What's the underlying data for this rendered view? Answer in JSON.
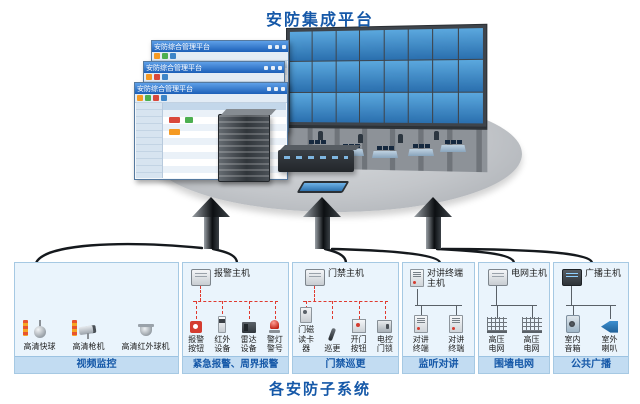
{
  "title": "安防集成平台",
  "footer_title": "各安防子系统",
  "platform": {
    "window_title": "安防综合管理平台",
    "videowall_rows": 3,
    "videowall_cols": 8
  },
  "subsystems": [
    {
      "caption": "视频监控",
      "devices": [
        {
          "label": "高清快球"
        },
        {
          "label": "高清枪机"
        },
        {
          "label": "高清红外球机"
        }
      ]
    },
    {
      "caption": "紧急报警、周界报警",
      "host_label": "报警主机",
      "devices": [
        {
          "label": "报警按钮"
        },
        {
          "label": "红外设备"
        },
        {
          "label": "雷达设备"
        },
        {
          "label": "警灯警号"
        }
      ]
    },
    {
      "caption": "门禁巡更",
      "host_label": "门禁主机",
      "devices": [
        {
          "label": "门磁读卡器"
        },
        {
          "label": "巡更"
        },
        {
          "label": "开门按钮"
        },
        {
          "label": "电控门锁"
        }
      ]
    },
    {
      "caption": "监听对讲",
      "host_label": "对讲终端主机",
      "devices": [
        {
          "label": "对讲终端"
        },
        {
          "label": "对讲终端"
        }
      ]
    },
    {
      "caption": "围墙电网",
      "host_label": "电网主机",
      "devices": [
        {
          "label": "高压电网"
        },
        {
          "label": "高压电网"
        }
      ]
    },
    {
      "caption": "公共广播",
      "host_label": "广播主机",
      "devices": [
        {
          "label": "室内音箱"
        },
        {
          "label": "室外喇叭"
        }
      ]
    }
  ],
  "colors": {
    "title_blue": "#1558a8",
    "panel_bg": "#eaf4fc",
    "caption_bg": "#c2dcf2",
    "screen_blue": "#2f80c3",
    "alarm_red": "#e0392e"
  }
}
